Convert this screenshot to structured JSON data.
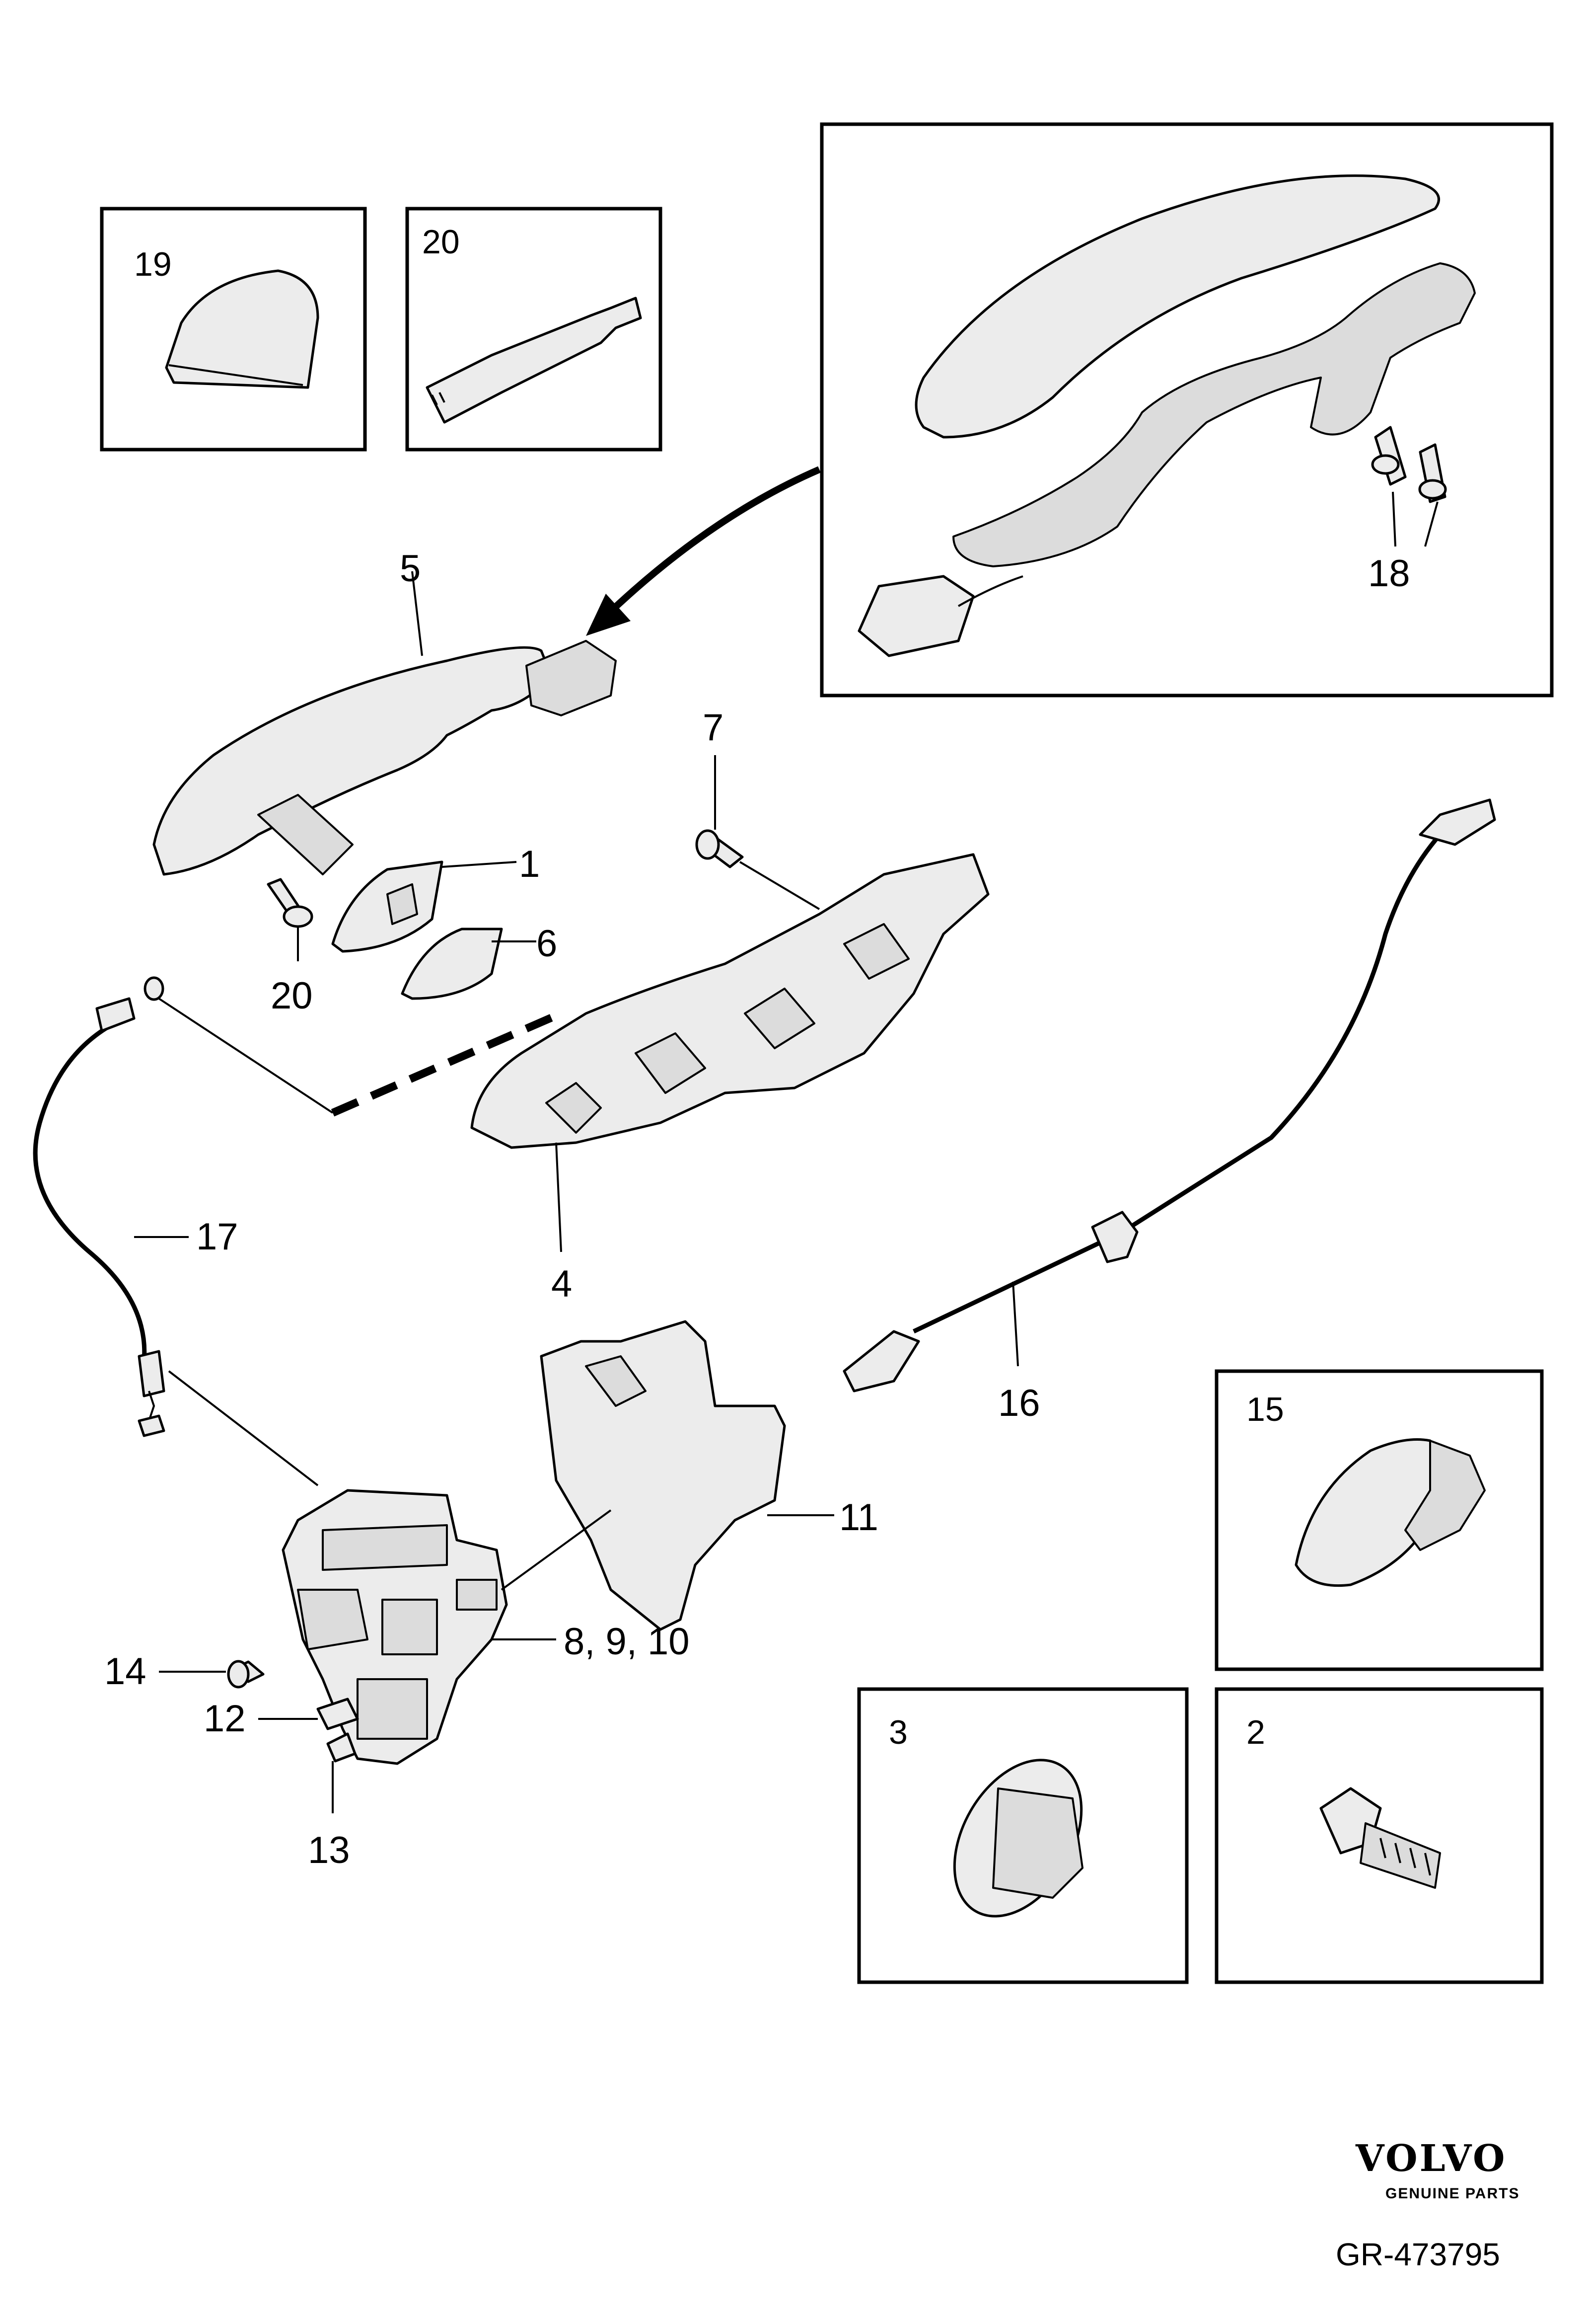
{
  "callouts": {
    "c1": "1",
    "c2": "2",
    "c3": "3",
    "c4": "4",
    "c5": "5",
    "c6": "6",
    "c7": "7",
    "c8_9_10": "8, 9, 10",
    "c11": "11",
    "c12": "12",
    "c13": "13",
    "c14": "14",
    "c15": "15",
    "c16": "16",
    "c17": "17",
    "c18": "18",
    "c19": "19",
    "c20_box": "20",
    "c20_screw": "20"
  },
  "brand": {
    "name": "VOLVO",
    "tagline": "GENUINE PARTS"
  },
  "reference": "GR-473795"
}
